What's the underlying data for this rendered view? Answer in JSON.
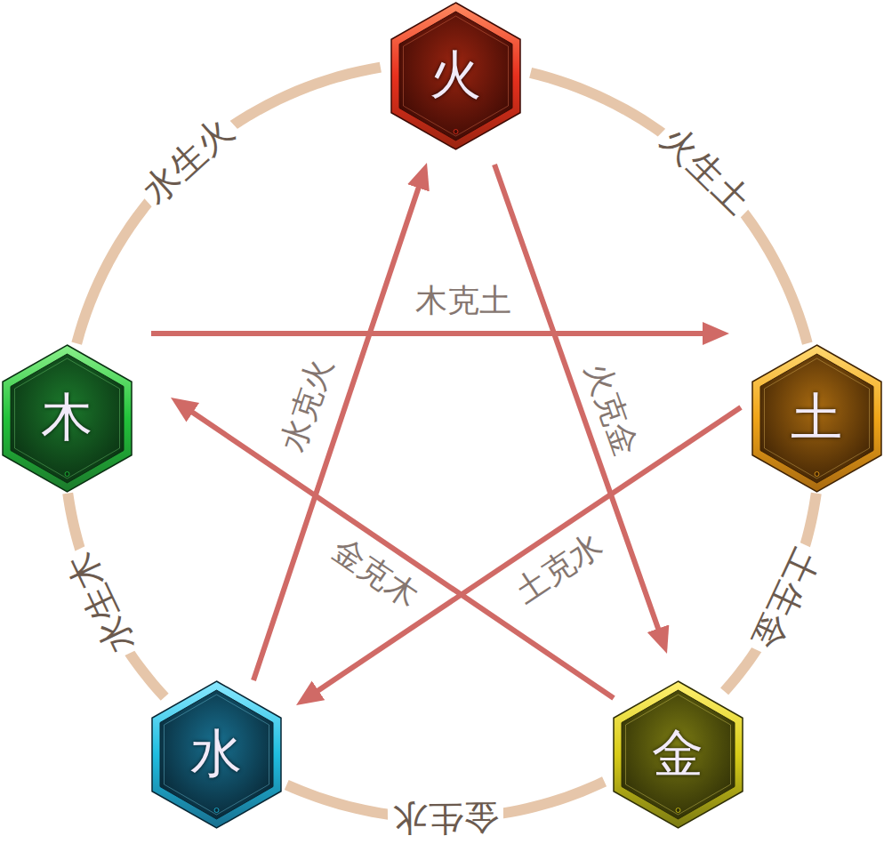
{
  "diagram": {
    "nodes": [
      {
        "text": [
          "火"
        ]
      },
      {
        "text": [
          "木"
        ]
      },
      {
        "text": [
          "土"
        ]
      },
      {
        "text": [
          "水"
        ]
      },
      {
        "text": [
          "金"
        ]
      }
    ],
    "edges": [
      {
        "from": 0,
        "to": 2,
        "arrow": "none",
        "label": "火生土"
      },
      {
        "from": 2,
        "to": 4,
        "arrow": "none",
        "label": "土生金"
      },
      {
        "from": 4,
        "to": 3,
        "arrow": "none",
        "label": "金生水"
      },
      {
        "from": 3,
        "to": 1,
        "arrow": "none",
        "label": "水生木"
      },
      {
        "from": 1,
        "to": 0,
        "arrow": "none",
        "label": "水生火"
      },
      {
        "from": 1,
        "to": 2,
        "arrow": "to",
        "label": "木克土"
      },
      {
        "from": 0,
        "to": 4,
        "arrow": "to",
        "label": "火克金"
      },
      {
        "from": 2,
        "to": 3,
        "arrow": "to",
        "label": "土克水"
      },
      {
        "from": 4,
        "to": 1,
        "arrow": "to",
        "label": "金克木"
      },
      {
        "from": 3,
        "to": 0,
        "arrow": "to",
        "label": "水克火"
      }
    ]
  }
}
